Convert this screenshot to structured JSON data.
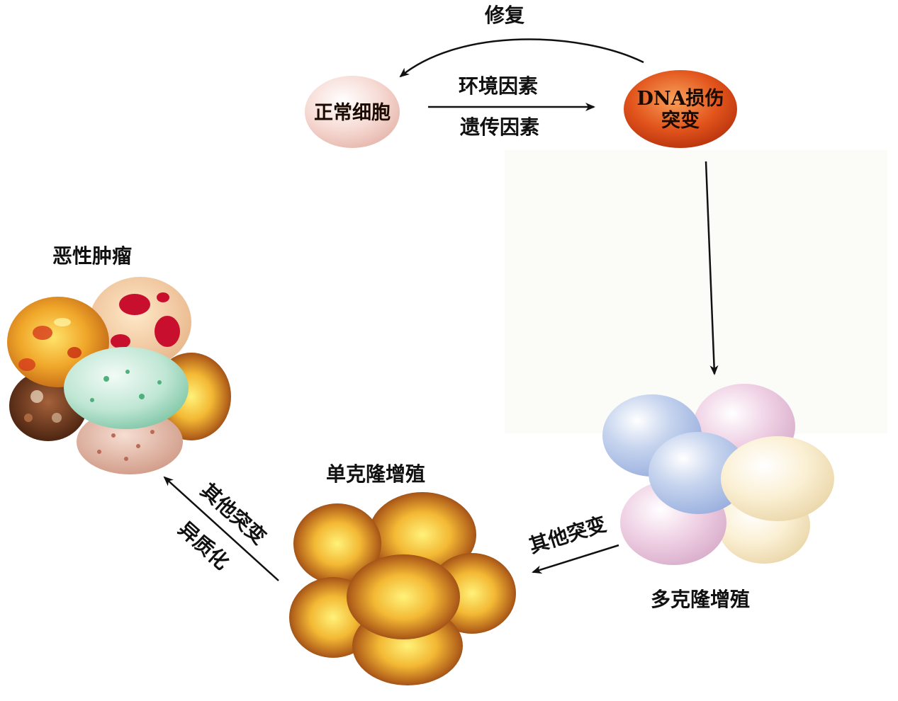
{
  "labels": {
    "repair": "修复",
    "normal_cell": "正常细胞",
    "environmental_factors": "环境因素",
    "genetic_factors": "遗传因素",
    "dna_damage_line1": "DNA损伤",
    "dna_damage_line2": "突变",
    "polyclonal_proliferation": "多克隆增殖",
    "other_mutations_right": "其他突变",
    "monoclonal_proliferation": "单克隆增殖",
    "other_mutations_left": "其他突变",
    "heterogeneity": "异质化",
    "malignant_tumor": "恶性肿瘤"
  },
  "colors": {
    "normal_cell": "#f6d9d4",
    "dna_cell": "#e2541c",
    "monoclonal_center": "#ffe46a",
    "monoclonal_edge": "#8a3c0c",
    "arrow": "#111111"
  }
}
